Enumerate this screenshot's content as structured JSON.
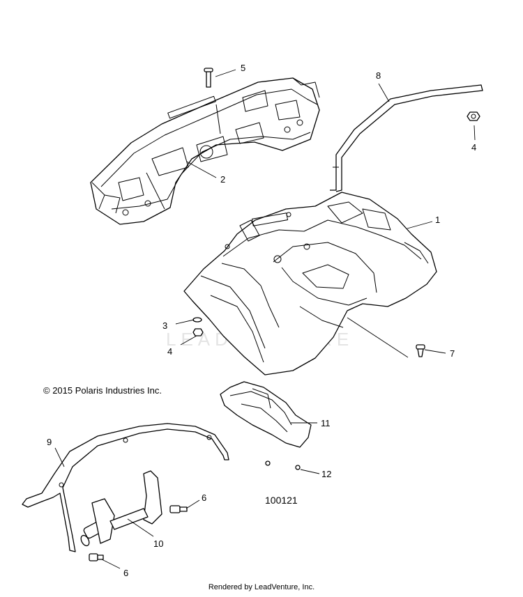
{
  "copyright": "© 2015 Polaris Industries Inc.",
  "figure_number": "100121",
  "credit": "Rendered by LeadVenture, Inc.",
  "watermark": "LEADVENTURE",
  "callouts": {
    "c1": "1",
    "c2": "2",
    "c3": "3",
    "c4a": "4",
    "c4b": "4",
    "c5": "5",
    "c6a": "6",
    "c6b": "6",
    "c7": "7",
    "c8": "8",
    "c9": "9",
    "c10": "10",
    "c11": "11",
    "c12": "12"
  },
  "parts": {
    "rack": "part-2",
    "fender": "part-1",
    "front-bar": "part-8",
    "rear-bar": "part-9",
    "bracket": "part-10",
    "flap": "part-11"
  }
}
